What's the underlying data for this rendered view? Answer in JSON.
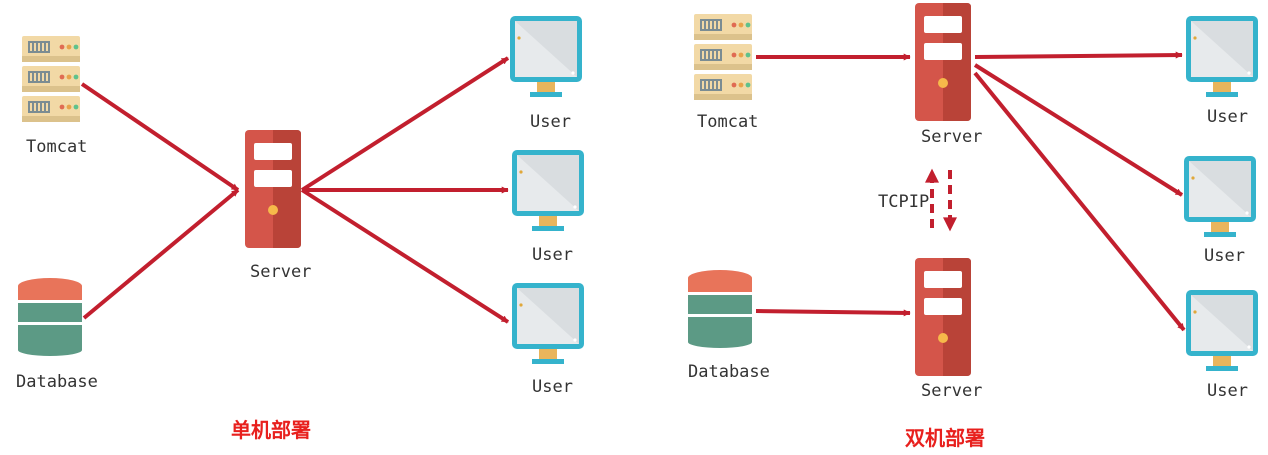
{
  "colors": {
    "arrow": "#c21f2e",
    "server_main": "#d4554a",
    "server_dark": "#b94338",
    "monitor_frame": "#35b3cc",
    "monitor_screen": "#e7eaec",
    "stand": "#f4c46a",
    "db_top": "#e8745a",
    "db_band": "#5c9a85",
    "rack": "#f2d9a6",
    "caption": "#e8201d"
  },
  "left": {
    "tomcat_label": "Tomcat",
    "database_label": "Database",
    "server_label": "Server",
    "users": [
      "User",
      "User",
      "User"
    ],
    "caption": "单机部署"
  },
  "right": {
    "tomcat_label": "Tomcat",
    "database_label": "Database",
    "server_top_label": "Server",
    "server_bottom_label": "Server",
    "link_label": "TCPIP",
    "users": [
      "User",
      "User",
      "User"
    ],
    "caption": "双机部署"
  }
}
